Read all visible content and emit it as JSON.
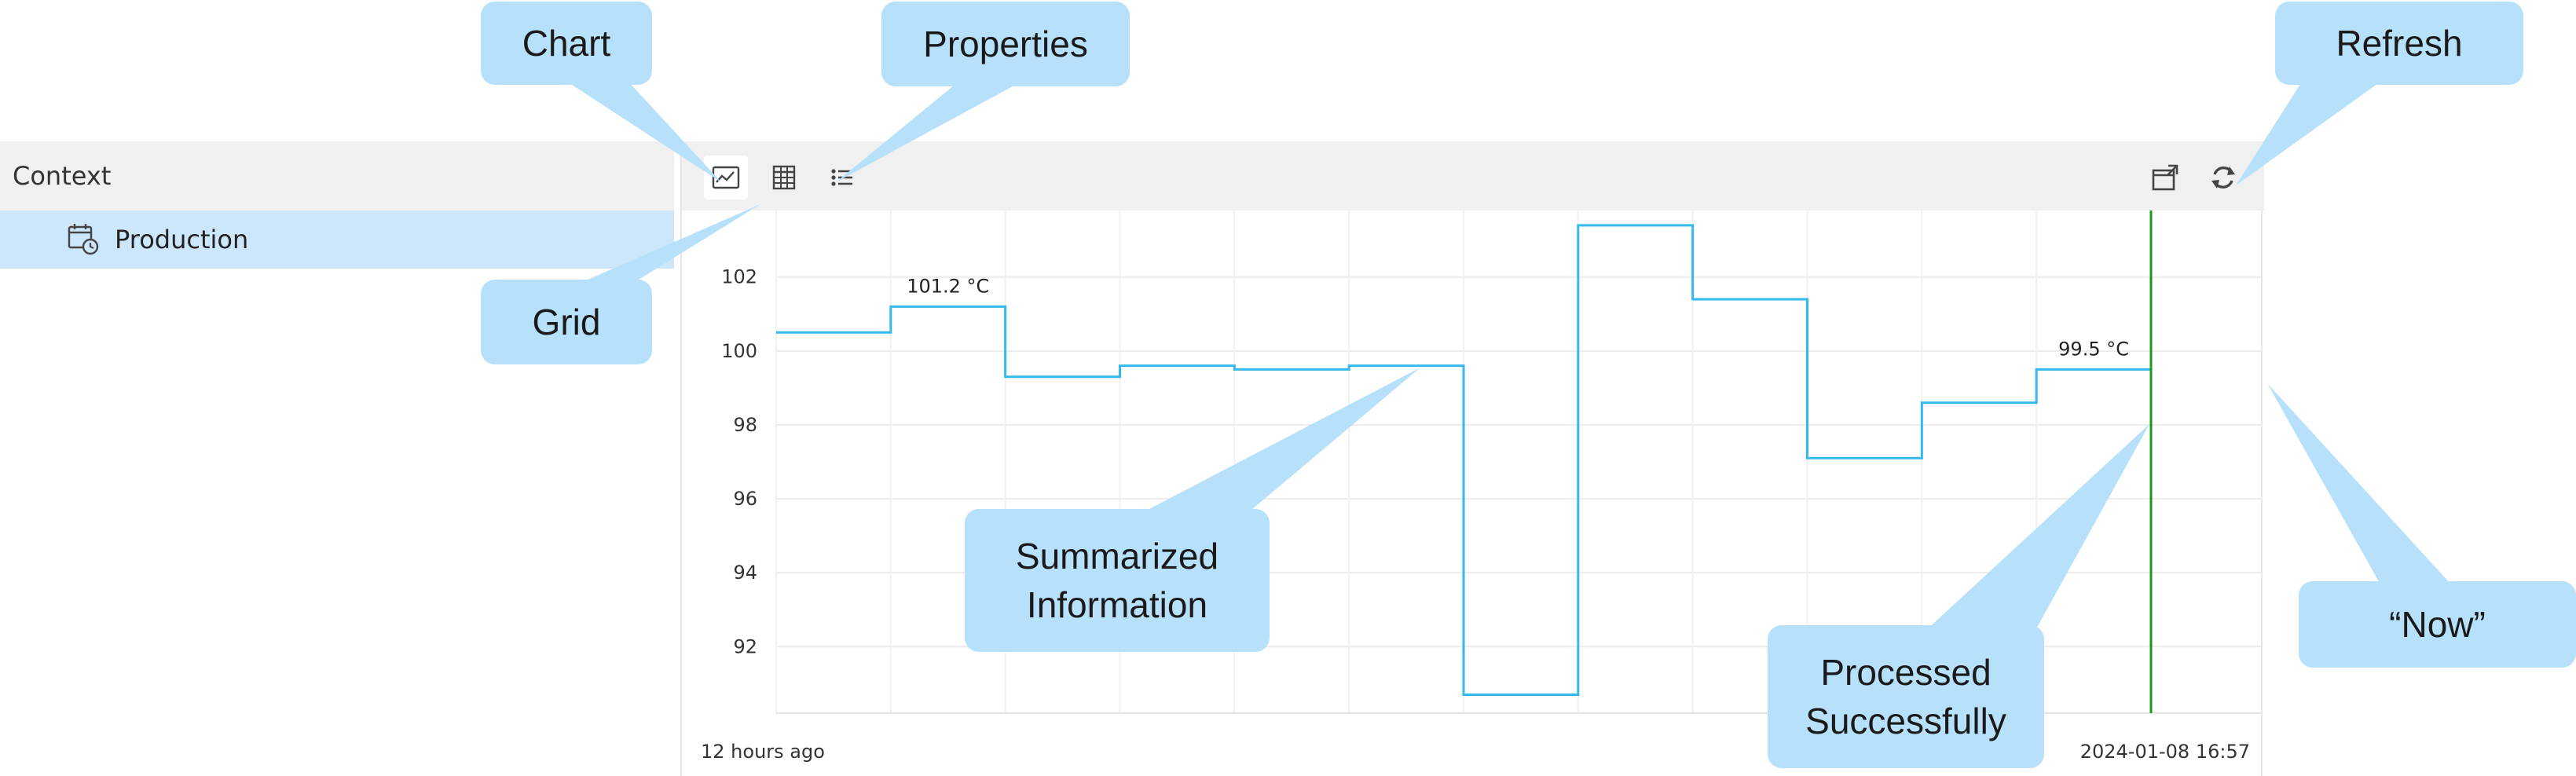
{
  "context": {
    "header": "Context",
    "item_label": "Production"
  },
  "toolbar": {
    "chart_button": "chart-icon",
    "grid_button": "grid-icon",
    "properties_button": "list-icon",
    "popout_button": "popout-icon",
    "refresh_button": "refresh-icon"
  },
  "chart_data": {
    "type": "line",
    "step": true,
    "unit": "°C",
    "y_ticks": [
      102,
      100,
      98,
      96,
      94,
      92
    ],
    "ylim": [
      90.2,
      103.8
    ],
    "segments": [
      100.5,
      101.2,
      99.3,
      99.6,
      99.5,
      99.6,
      90.7,
      103.4,
      101.4,
      97.1,
      98.6,
      99.5
    ],
    "x_start_label": "12 hours ago",
    "x_end_label": "2024-01-08 16:57",
    "annotations": [
      {
        "segment": 1,
        "text": "101.2 °C"
      },
      {
        "segment": 11,
        "text": "99.5 °C"
      }
    ],
    "series_color": "#33b9ec",
    "now_line_color": "#1a9a1a",
    "grid": true
  },
  "callouts": {
    "chart": "Chart",
    "properties": "Properties",
    "refresh": "Refresh",
    "grid": "Grid",
    "summarized": "Summarized\nInformation",
    "processed": "Processed\nSuccessfully",
    "now": "“Now”"
  },
  "colors": {
    "callout_bg": "#b7e0fb",
    "selected_item_bg": "#cce6fb",
    "toolbar_bg": "#f0f0f0"
  }
}
